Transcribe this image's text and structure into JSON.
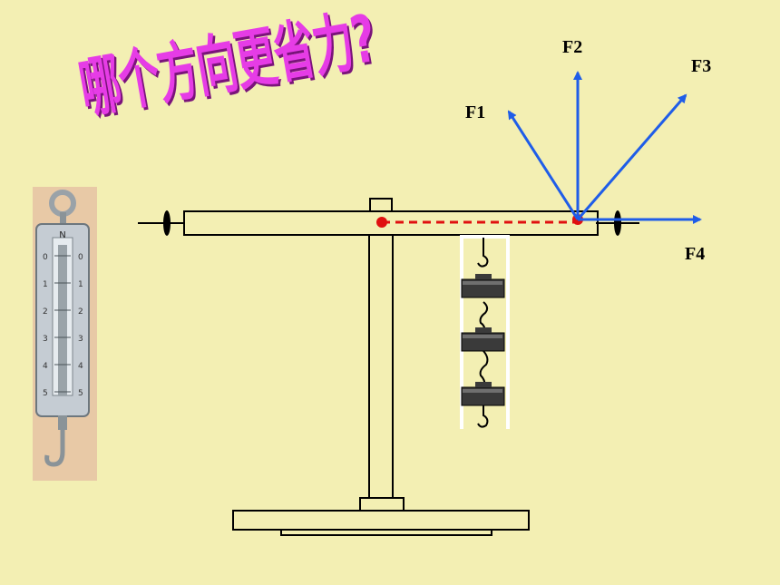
{
  "title": "哪个方向更省力?",
  "force_labels": {
    "f1": "F1",
    "f2": "F2",
    "f3": "F3",
    "f4": "F4"
  },
  "spring_scale": {
    "top_letter": "N",
    "scale_numbers": [
      "0",
      "1",
      "2",
      "3",
      "4",
      "5"
    ]
  },
  "colors": {
    "background": "#f3efb3",
    "title": "#e63ce6",
    "force_arrow": "#1f5de8",
    "dashed_arm": "#e01010",
    "pivot_dot": "#e01010"
  },
  "icons": [
    "spring-scale-icon",
    "lever-stand-diagram",
    "hanging-weights-icon"
  ]
}
